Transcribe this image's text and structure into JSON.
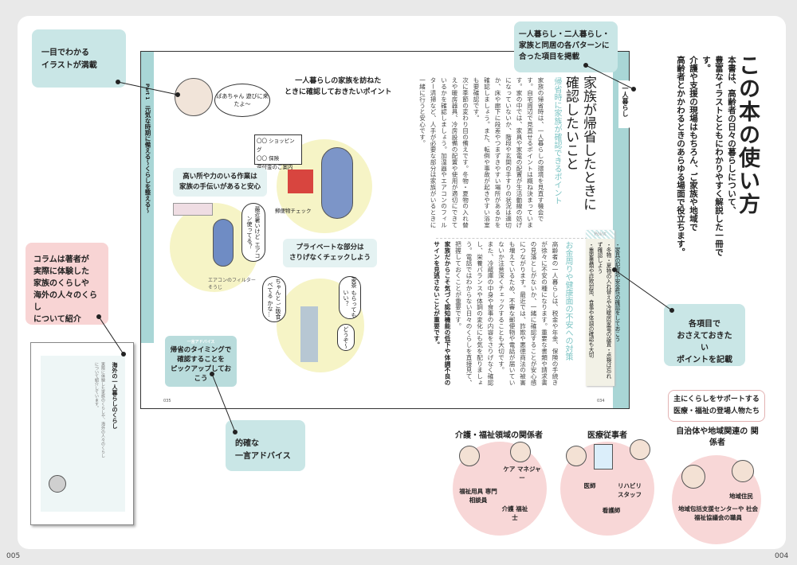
{
  "page_numbers": {
    "left": "005",
    "right": "004",
    "spread_left": "035",
    "spread_right": "034"
  },
  "intro": {
    "title": "この本の使い方",
    "lines": [
      "本書は、高齢者の日々の暮らしについて、",
      "豊富なイラストとともにわかりやすく解説した一冊です。",
      "介護や支援の現場はもちろん、ご家族や地域で",
      "高齢者とかかわるときのあらゆる場面で役立ちます。"
    ]
  },
  "callouts": {
    "illustrations": [
      "一目でわかる",
      "イラストが満載"
    ],
    "column": [
      "コラムは著者が",
      "実際に体験した",
      "家族のくらしや",
      "海外の人々のくらし",
      "について紹介"
    ],
    "patterns": [
      "一人暮らし・二人暮らし・",
      "家族と同居の各パターンに",
      "合った項目を掲載"
    ],
    "points": [
      "各項目で",
      "おさえておきたい",
      "ポイントを記載"
    ],
    "advice": [
      "的確な",
      "一言アドバイス"
    ]
  },
  "spread": {
    "left": {
      "side_part": "Part 1",
      "side_title": "元気な時期に備える〜くらしを整える〜",
      "heading": [
        "一人暮らしの家族を訪ねた",
        "ときに確認しておきたいポイント"
      ],
      "bubble_visit": "ばあちゃん 遊びに来たよ〜",
      "memo": [
        "〇〇 ショッピング",
        "〇〇 保険",
        "還付金のご案内"
      ],
      "mail_label": "郵便物チェック",
      "tag_high": [
        "高い所や力のいる作業は",
        "家族の手伝いがあると安心"
      ],
      "bubble_ac": "最近暑いけど エアコン使ってる？",
      "ac_label": "エアコンのフィルターそうじ",
      "tag_private": [
        "プライベートな部分は",
        "さりげなくチェックしよう"
      ],
      "bubble_meal": "ちゃんと ご飯食べてる かな…",
      "bubble_tea": "麦茶 もらってもいい？",
      "bubble_ok": "どうぞ〜",
      "advice_label": "一言アドバイス",
      "advice": [
        "帰省のタイミングで",
        "確認することを",
        "ピックアップしておこう"
      ]
    },
    "right": {
      "tab": "一人暮らし",
      "title": "家族が帰省したときに確認したいこと",
      "sub1": "帰省時に家族が確認できるポイント",
      "p1": "家族の帰省時は、一人暮らしの環境を見直す機会です。自宅周辺で見直せるポイントは概ね決まっています。家の中では、家具や家電の配置が生活動線の妨げになっていないか、階段や玄関の手すりの状況は適切か、床や廊下に段差やつまずきやすい場所があるかを確認しましょう。また、転倒や事故が起きやすい浴室も要確認です。",
      "p2": "次に季節の変わり目の備えです。冬物・夏物の入れ替えや暖房器具、冷房設備の配置や使用が適切にできているかを確認しましょう。加湿器やエアコンのフィルター清掃など、人手が必要な部分は家族がいるときに一緒に行うと安心です。",
      "sub2": "お金周りや健康面の不安への対策",
      "p3": "高齢者の一人暮らしは、税金や年金、保険の手続きが徐々に不安の種になります。重要な書類や請求書の見落としがないか、一緒に確認することが安心感につながります。最近では、詐欺や悪徳商法の被害も増えているため、不審な郵便物や電話が届いていないか注意深くチェックすることも大切です。",
      "p4": "また、冷蔵庫の中身や食事の内容をさりげなく確認し、栄養バランスや体調の変化にも気を配りましょう。電話ではわからない日々のくらしを直接見て、把握しておくことが重要です。",
      "p5": "家族だからこそ気づく認知機能の低下や体調不良のサインを見逃さないことが重要です。",
      "point_label": "Point",
      "points": [
        "・家具の配置や安全性の確認をしておこう",
        "・冬物・夏物の入れ替えや冷暖房家電の設置・点検は忘れず確認しよう",
        "・重要書類や詐欺対策、食事や体調の確認も大切"
      ]
    }
  },
  "column_page": {
    "title": "海外の一人暮らしのくらし",
    "body": "実際に体験した家族のくらしや、海外の人々のくらしについて紹介しています。"
  },
  "people": {
    "bubble": [
      "主にくらしをサポートする",
      "医療・福祉の登場人物たち"
    ],
    "groups": [
      {
        "title": "介護・福祉領域の関係者",
        "roles": [
          "ケア マネジャー",
          "福祉用具 専門相談員",
          "介護 福祉士"
        ]
      },
      {
        "title": "医療従事者",
        "roles": [
          "医師",
          "リハビリ スタッフ",
          "看護師"
        ]
      },
      {
        "title": "自治体や地域関連の 関係者",
        "roles": [
          "地域住民",
          "地域包括支援センターや 社会福祉協議会の職員"
        ]
      }
    ]
  },
  "colors": {
    "teal": "#c9e6e6",
    "strip": "#a9d6d6",
    "pink": "#f8d4d4",
    "yellow": "#f6f4c6",
    "subhead": "#7cc4c4"
  }
}
